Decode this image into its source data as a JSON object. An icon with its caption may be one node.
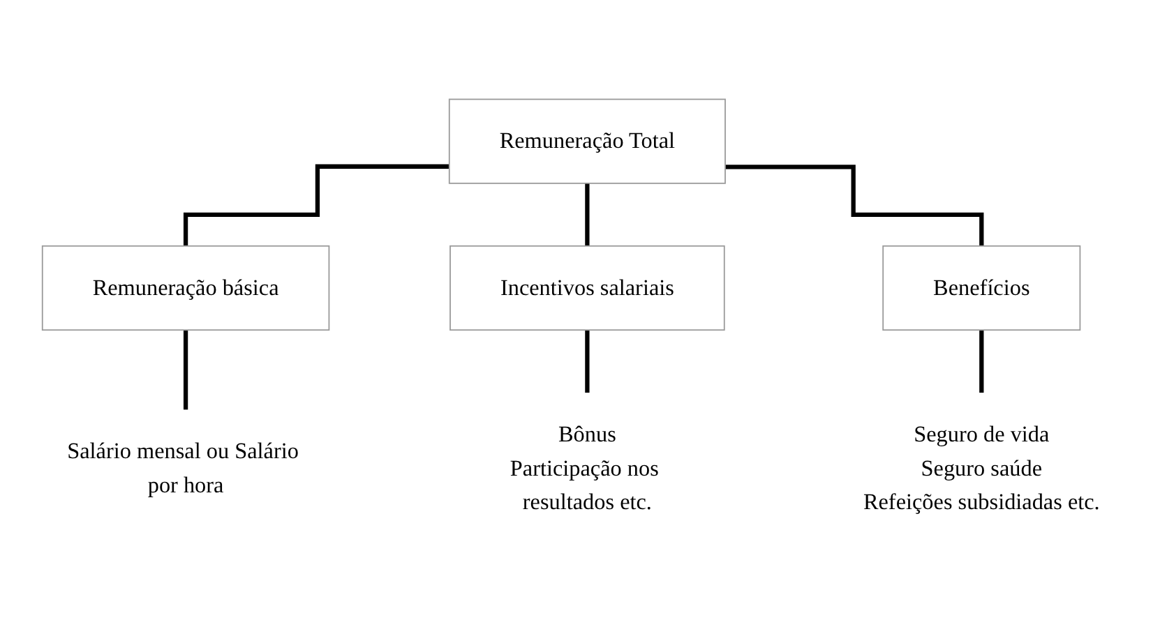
{
  "diagram": {
    "nodes": [
      {
        "text": [
          "Remuneração Total"
        ]
      },
      {
        "text": [
          "Remuneração básica"
        ]
      },
      {
        "text": [
          "Incentivos salariais"
        ]
      },
      {
        "text": [
          "Benefícios"
        ]
      },
      {
        "text": [
          "Salário mensal ou Salário por hora"
        ]
      },
      {
        "text": [
          "Bônus",
          "Participação nos resultados etc."
        ]
      },
      {
        "text": [
          "Seguro de vida",
          "Seguro saúde",
          "Refeições subsidiadas etc."
        ]
      }
    ],
    "edges": [
      {
        "from": 0,
        "to": 1,
        "arrow": "none"
      },
      {
        "from": 0,
        "to": 2,
        "arrow": "none"
      },
      {
        "from": 0,
        "to": 3,
        "arrow": "none"
      },
      {
        "from": 1,
        "to": 4,
        "arrow": "none"
      },
      {
        "from": 2,
        "to": 5,
        "arrow": "none"
      },
      {
        "from": 3,
        "to": 6,
        "arrow": "none"
      }
    ]
  }
}
